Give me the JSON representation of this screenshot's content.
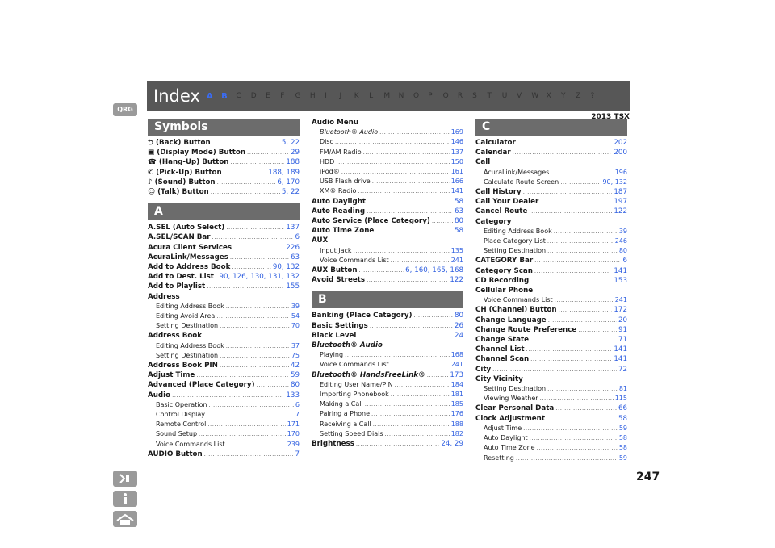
{
  "header": {
    "title": "Index",
    "letters": [
      "A",
      "B",
      "C",
      "D",
      "E",
      "F",
      "G",
      "H",
      "I",
      "J",
      "K",
      "L",
      "M",
      "N",
      "O",
      "P",
      "Q",
      "R",
      "S",
      "T",
      "U",
      "V",
      "W",
      "X",
      "Y",
      "Z",
      "?"
    ],
    "active_letters": 2
  },
  "model": "2013 TSX",
  "qrg": "QRG",
  "page_number": "247",
  "columns": [
    {
      "sections": [
        {
          "title": "Symbols",
          "entries": [
            {
              "term": "⮌ (Back) Button",
              "pages": "5, 22"
            },
            {
              "term": "▣ (Display Mode) Button",
              "pages": "29"
            },
            {
              "term": "☎ (Hang-Up) Button",
              "pages": "188"
            },
            {
              "term": "✆ (Pick-Up) Button",
              "pages": "188, 189"
            },
            {
              "term": "♪ (Sound) Button",
              "pages": "6, 170"
            },
            {
              "term": "☺ (Talk) Button",
              "pages": "5, 22"
            }
          ]
        },
        {
          "title": "A",
          "entries": [
            {
              "term": "A.SEL (Auto Select)",
              "pages": "137"
            },
            {
              "term": "A.SEL/SCAN Bar",
              "pages": "6"
            },
            {
              "term": "Acura Client Services",
              "pages": "226"
            },
            {
              "term": "AcuraLink/Messages",
              "pages": "63"
            },
            {
              "term": "Add to Address Book",
              "pages": "90, 132"
            },
            {
              "term": "Add to Dest. List",
              "pages": "90, 126, 130, 131, 132"
            },
            {
              "term": "Add to Playlist",
              "pages": "155"
            },
            {
              "term": "Address",
              "pages": ""
            },
            {
              "term": "Editing Address Book",
              "pages": "39",
              "sub": true
            },
            {
              "term": "Editing Avoid Area",
              "pages": "54",
              "sub": true
            },
            {
              "term": "Setting Destination",
              "pages": "70",
              "sub": true
            },
            {
              "term": "Address Book",
              "pages": ""
            },
            {
              "term": "Editing Address Book",
              "pages": "37",
              "sub": true
            },
            {
              "term": "Setting Destination",
              "pages": "75",
              "sub": true
            },
            {
              "term": "Address Book PIN",
              "pages": "42"
            },
            {
              "term": "Adjust Time",
              "pages": "59"
            },
            {
              "term": "Advanced (Place Category)",
              "pages": "80"
            },
            {
              "term": "Audio",
              "pages": "133"
            },
            {
              "term": "Basic Operation",
              "pages": "6",
              "sub": true
            },
            {
              "term": "Control Display",
              "pages": "7",
              "sub": true
            },
            {
              "term": "Remote Control",
              "pages": "171",
              "sub": true
            },
            {
              "term": "Sound Setup",
              "pages": "170",
              "sub": true
            },
            {
              "term": "Voice Commands List",
              "pages": "239",
              "sub": true
            },
            {
              "term": "AUDIO Button",
              "pages": "7"
            }
          ]
        }
      ]
    },
    {
      "sections": [
        {
          "title": "",
          "entries": [
            {
              "term": "Audio Menu",
              "pages": ""
            },
            {
              "term": "Bluetooth® Audio",
              "pages": "169",
              "sub": true,
              "italic": true
            },
            {
              "term": "Disc",
              "pages": "146",
              "sub": true
            },
            {
              "term": "FM/AM Radio",
              "pages": "137",
              "sub": true
            },
            {
              "term": "HDD",
              "pages": "150",
              "sub": true
            },
            {
              "term": "iPod®",
              "pages": "161",
              "sub": true
            },
            {
              "term": "USB Flash drive",
              "pages": "166",
              "sub": true
            },
            {
              "term": "XM® Radio",
              "pages": "141",
              "sub": true
            },
            {
              "term": "Auto Daylight",
              "pages": "58"
            },
            {
              "term": "Auto Reading",
              "pages": "63"
            },
            {
              "term": "Auto Service (Place Category)",
              "pages": "80"
            },
            {
              "term": "Auto Time Zone",
              "pages": "58"
            },
            {
              "term": "AUX",
              "pages": ""
            },
            {
              "term": "Input Jack",
              "pages": "135",
              "sub": true
            },
            {
              "term": "Voice Commands List",
              "pages": "241",
              "sub": true
            },
            {
              "term": "AUX Button",
              "pages": "6, 160, 165, 168"
            },
            {
              "term": "Avoid Streets",
              "pages": "122"
            }
          ]
        },
        {
          "title": "B",
          "entries": [
            {
              "term": "Banking (Place Category)",
              "pages": "80"
            },
            {
              "term": "Basic Settings",
              "pages": "26"
            },
            {
              "term": "Black Level",
              "pages": "24"
            },
            {
              "term": "Bluetooth® Audio",
              "pages": "",
              "italic": true
            },
            {
              "term": "Playing",
              "pages": "168",
              "sub": true
            },
            {
              "term": "Voice Commands List",
              "pages": "241",
              "sub": true
            },
            {
              "term": "Bluetooth® HandsFreeLink®",
              "pages": "173",
              "italic": true
            },
            {
              "term": "Editing User Name/PIN",
              "pages": "184",
              "sub": true
            },
            {
              "term": "Importing Phonebook",
              "pages": "181",
              "sub": true
            },
            {
              "term": "Making a Call",
              "pages": "185",
              "sub": true
            },
            {
              "term": "Pairing a Phone",
              "pages": "176",
              "sub": true
            },
            {
              "term": "Receiving a Call",
              "pages": "188",
              "sub": true
            },
            {
              "term": "Setting Speed Dials",
              "pages": "182",
              "sub": true
            },
            {
              "term": "Brightness",
              "pages": "24, 29"
            }
          ]
        }
      ]
    },
    {
      "sections": [
        {
          "title": "C",
          "entries": [
            {
              "term": "Calculator",
              "pages": "202"
            },
            {
              "term": "Calendar",
              "pages": "200"
            },
            {
              "term": "Call",
              "pages": ""
            },
            {
              "term": "AcuraLink/Messages",
              "pages": "196",
              "sub": true
            },
            {
              "term": "Calculate Route Screen",
              "pages": "90, 132",
              "sub": true
            },
            {
              "term": "Call History",
              "pages": "187"
            },
            {
              "term": "Call Your Dealer",
              "pages": "197"
            },
            {
              "term": "Cancel Route",
              "pages": "122"
            },
            {
              "term": "Category",
              "pages": ""
            },
            {
              "term": "Editing Address Book",
              "pages": "39",
              "sub": true
            },
            {
              "term": "Place Category List",
              "pages": "246",
              "sub": true
            },
            {
              "term": "Setting Destination",
              "pages": "80",
              "sub": true
            },
            {
              "term": "CATEGORY Bar",
              "pages": "6"
            },
            {
              "term": "Category Scan",
              "pages": "141"
            },
            {
              "term": "CD Recording",
              "pages": "153"
            },
            {
              "term": "Cellular Phone",
              "pages": ""
            },
            {
              "term": "Voice Commands List",
              "pages": "241",
              "sub": true
            },
            {
              "term": "CH (Channel) Button",
              "pages": "172"
            },
            {
              "term": "Change Language",
              "pages": "20"
            },
            {
              "term": "Change Route Preference",
              "pages": "91"
            },
            {
              "term": "Change State",
              "pages": "71"
            },
            {
              "term": "Channel List",
              "pages": "141"
            },
            {
              "term": "Channel Scan",
              "pages": "141"
            },
            {
              "term": "City",
              "pages": "72"
            },
            {
              "term": "City Vicinity",
              "pages": ""
            },
            {
              "term": "Setting Destination",
              "pages": "81",
              "sub": true
            },
            {
              "term": "Viewing Weather",
              "pages": "115",
              "sub": true
            },
            {
              "term": "Clear Personal Data",
              "pages": "66"
            },
            {
              "term": "Clock Adjustment",
              "pages": "58"
            },
            {
              "term": "Adjust Time",
              "pages": "59",
              "sub": true
            },
            {
              "term": "Auto Daylight",
              "pages": "58",
              "sub": true
            },
            {
              "term": "Auto Time Zone",
              "pages": "58",
              "sub": true
            },
            {
              "term": "Resetting",
              "pages": "59",
              "sub": true
            }
          ]
        }
      ]
    }
  ]
}
